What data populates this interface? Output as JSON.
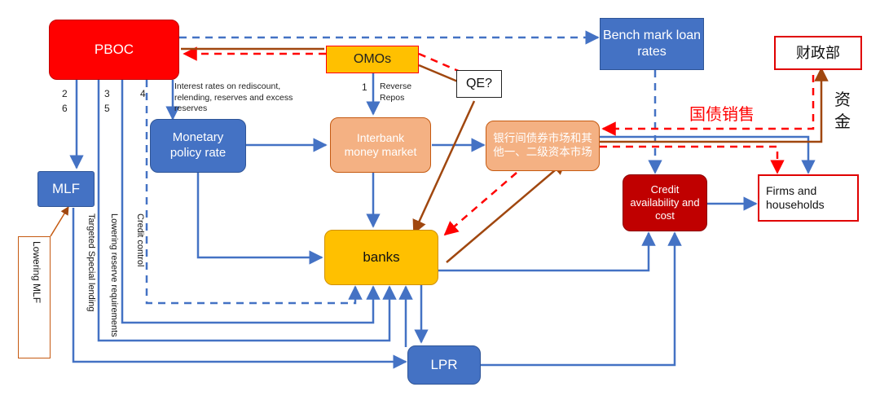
{
  "nodes": {
    "pboc": "PBOC",
    "omos": "OMOs",
    "qe": "QE?",
    "benchmark": "Bench mark loan rates",
    "ministry_of_finance": "财政部",
    "monetary_policy_rate": "Monetary policy rate",
    "interbank_money_market": "Interbank money market",
    "interbank_bond_market": "银行间债券市场和其他一、二级资本市场",
    "credit": "Credit availability and cost",
    "firms_households": "Firms and households",
    "mlf": "MLF",
    "banks": "banks",
    "lpr": "LPR"
  },
  "labels": {
    "interest_rates": "Interest rates on rediscount, relending, reserves and excess reserves",
    "reverse_repos_number": "1",
    "reverse_repos": "Reverse Repos",
    "num_2": "2",
    "num_6": "6",
    "num_3": "3",
    "num_5": "5",
    "num_4": "4",
    "treasury_sale": "国债销售",
    "funds": "资金",
    "lowering_mlf": "Lowering MLF",
    "targeted_lending": "Targeted Special lending",
    "lowering_reserve": "Lowering reserve requirements",
    "credit_control": "Credit control"
  },
  "colors": {
    "blue": "#4472c4",
    "red": "#ff0000",
    "brown": "#a0470f",
    "gold": "#ffc000"
  }
}
